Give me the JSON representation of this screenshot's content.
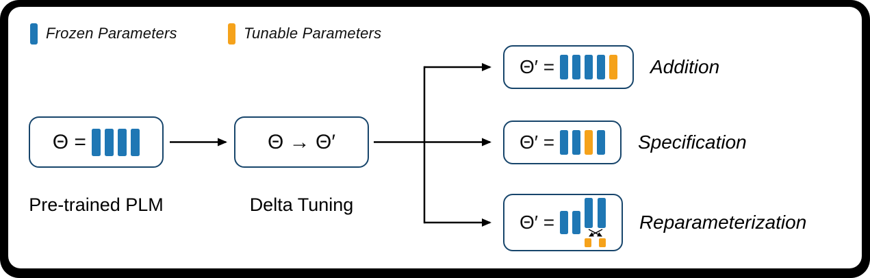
{
  "colors": {
    "frozen": "#1F77B4",
    "tunable": "#F5A21B",
    "box_border": "#17456B",
    "arrow": "#000000",
    "frame": "#000000",
    "canvas": "#FFFFFF"
  },
  "legend": {
    "frozen_label": "Frozen Parameters",
    "tunable_label": "Tunable Parameters"
  },
  "pretrained": {
    "equation": "Θ = ",
    "bars": [
      "frozen",
      "frozen",
      "frozen",
      "frozen"
    ],
    "label": "Pre-trained PLM"
  },
  "delta_tuning": {
    "equation": "Θ → Θ′",
    "label": "Delta Tuning"
  },
  "addition": {
    "equation": "Θ′ = ",
    "bars": [
      "frozen",
      "frozen",
      "frozen",
      "frozen",
      "tunable"
    ],
    "label": "Addition"
  },
  "specification": {
    "equation": "Θ′ = ",
    "bars": [
      "frozen",
      "frozen",
      "tunable",
      "frozen"
    ],
    "label": "Specification"
  },
  "reparameterization": {
    "equation": "Θ′ = ",
    "bars_main": [
      "frozen",
      "frozen"
    ],
    "bars_tall": [
      "frozen",
      "frozen"
    ],
    "bars_lowrank": [
      "tunable",
      "tunable"
    ],
    "label": "Reparameterization"
  }
}
